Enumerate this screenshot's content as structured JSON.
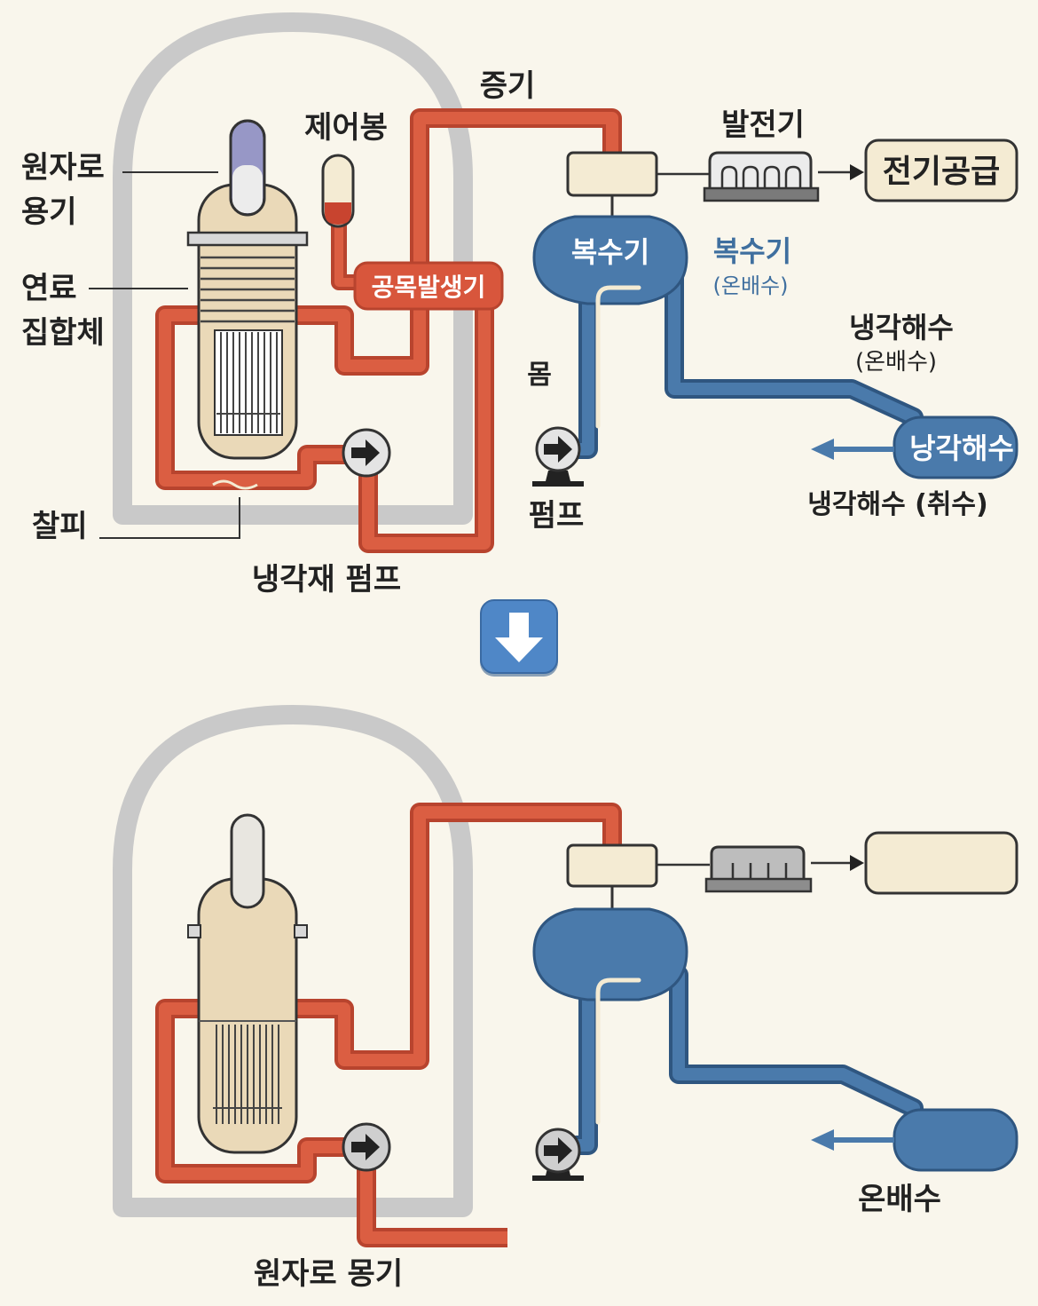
{
  "top": {
    "labels": {
      "steam": "증기",
      "control_rod": "제어봉",
      "reactor_vessel_line1": "원자로",
      "reactor_vessel_line2": "용기",
      "fuel_assembly_line1": "연료",
      "fuel_assembly_line2": "집합체",
      "steam_generator": "공목발생기",
      "generator": "발전기",
      "power_supply": "전기공급",
      "condenser_inner": "복수기",
      "condenser_outer": "복수기",
      "condenser_outer_sub": "(온배수)",
      "cooling_seawater": "냉각해수",
      "cooling_seawater_sub": "(온배수)",
      "cooling_box": "낭각해수",
      "cooling_intake": "냉각해수 (취수)",
      "mom": "몸",
      "pump": "펌프",
      "chalpi": "찰피",
      "coolant_pump": "냉각재 펌프"
    }
  },
  "bottom": {
    "labels": {
      "warm_water": "온배수",
      "reactor_vessel": "원자로 몽기"
    }
  },
  "colors": {
    "background": "#f9f6ec",
    "containment": "#c9c9c9",
    "primary_loop": "#d95b3f",
    "secondary_loop": "#4a7aab",
    "vessel": "#ead9b8",
    "control_rod_cap": "#9797c6",
    "arrow_button": "#4f87c7"
  },
  "icons": {
    "transition_arrow": "down-arrow-icon",
    "pump": "pump-icon"
  }
}
